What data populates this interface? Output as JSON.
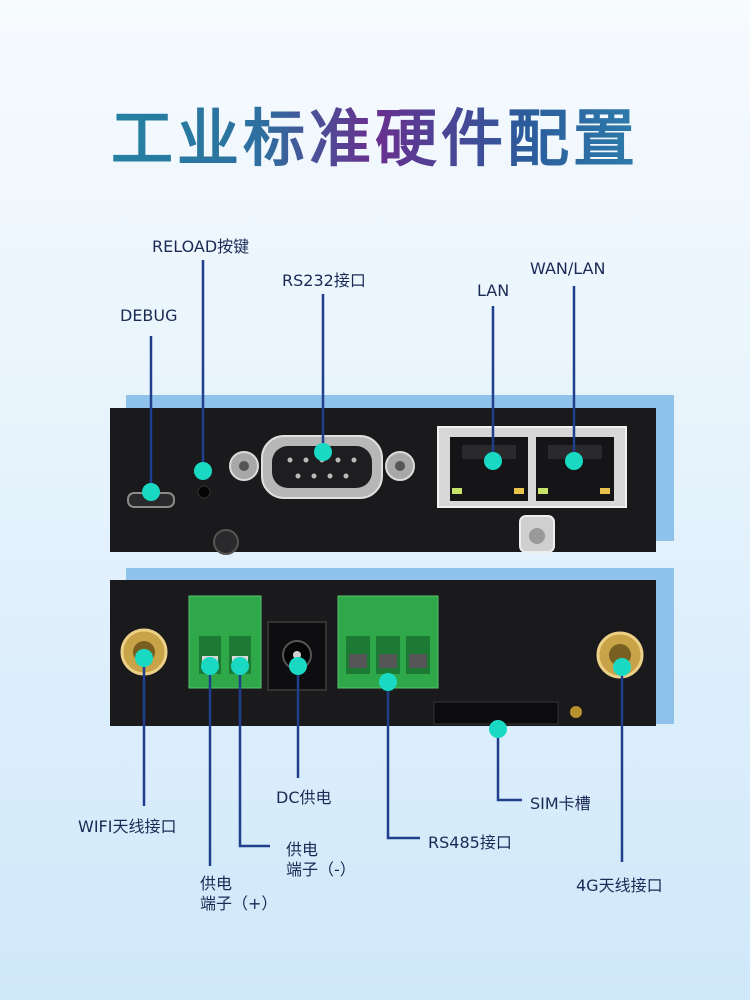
{
  "title": "工业标准硬件配置",
  "labels": {
    "reload": "RELOAD按键",
    "rs232": "RS232接口",
    "wan_lan": "WAN/LAN",
    "lan": "LAN",
    "debug": "DEBUG",
    "dc_power": "DC供电",
    "sim_slot": "SIM卡槽",
    "wifi_antenna": "WIFI天线接口",
    "power_neg_line1": "供电",
    "power_neg_line2": "端子（-）",
    "rs485": "RS485接口",
    "power_pos_line1": "供电",
    "power_pos_line2": "端子（+）",
    "antenna_4g": "4G天线接口"
  },
  "colors": {
    "marker": "#19d9c3",
    "line": "#1f3f8c",
    "terminal": "#2fa84a",
    "panel": "#1a1a1c",
    "shadow": "#8ec2ea"
  }
}
